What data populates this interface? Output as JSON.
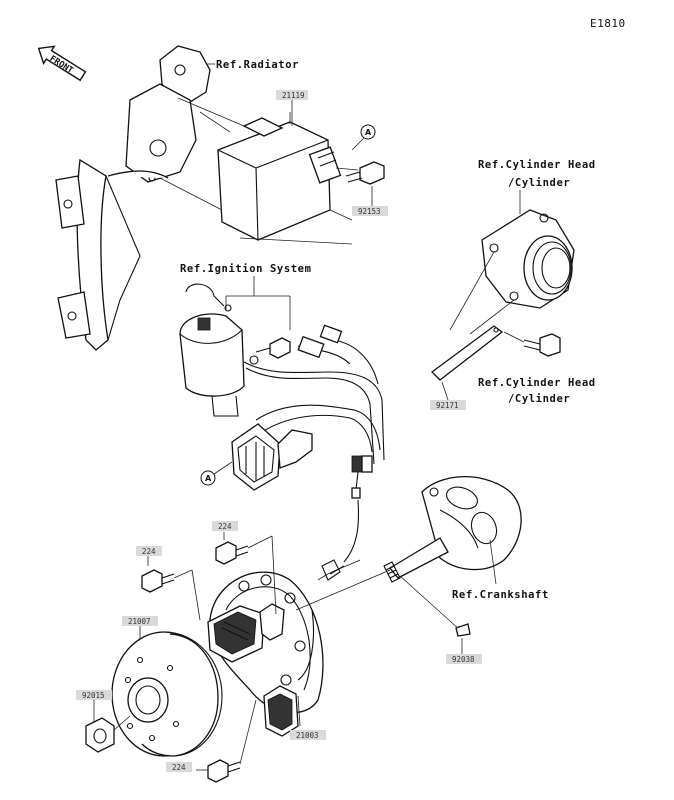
{
  "diagram_code": "E1810",
  "front_label": "FRONT",
  "callout_letter": "A",
  "references": {
    "radiator": "Ref.Radiator",
    "ignition_system": "Ref.Ignition System",
    "cylinder_head_1_line1": "Ref.Cylinder Head",
    "cylinder_head_1_line2": "/Cylinder",
    "cylinder_head_2_line1": "Ref.Cylinder Head",
    "cylinder_head_2_line2": "/Cylinder",
    "crankshaft": "Ref.Crankshaft"
  },
  "part_numbers": {
    "cdi_unit": "21119",
    "bolt_cdi": "92153",
    "bracket": "92171",
    "bolt_stator_top": "224",
    "bolt_stator_left": "224",
    "bolt_stator_bottom": "224",
    "flywheel": "21007",
    "nut": "92015",
    "key": "92038",
    "stator": "21003"
  }
}
